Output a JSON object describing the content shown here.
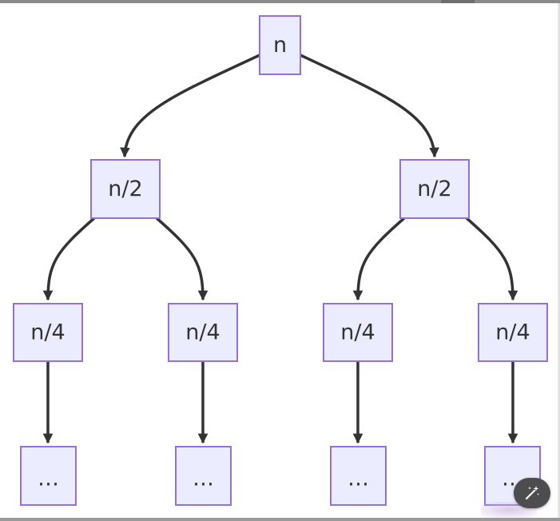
{
  "diagram": {
    "nodes": [
      {
        "id": "root",
        "label": "n"
      },
      {
        "id": "l1_left",
        "label": "n/2"
      },
      {
        "id": "l1_right",
        "label": "n/2"
      },
      {
        "id": "l2_a",
        "label": "n/4"
      },
      {
        "id": "l2_b",
        "label": "n/4"
      },
      {
        "id": "l2_c",
        "label": "n/4"
      },
      {
        "id": "l2_d",
        "label": "n/4"
      },
      {
        "id": "l3_a",
        "label": "…"
      },
      {
        "id": "l3_b",
        "label": "…"
      },
      {
        "id": "l3_c",
        "label": "…"
      },
      {
        "id": "l3_d",
        "label": "…"
      }
    ],
    "edges": [
      {
        "from": "root",
        "to": "l1_left"
      },
      {
        "from": "root",
        "to": "l1_right"
      },
      {
        "from": "l1_left",
        "to": "l2_a"
      },
      {
        "from": "l1_left",
        "to": "l2_b"
      },
      {
        "from": "l1_right",
        "to": "l2_c"
      },
      {
        "from": "l1_right",
        "to": "l2_d"
      },
      {
        "from": "l2_a",
        "to": "l3_a"
      },
      {
        "from": "l2_b",
        "to": "l3_b"
      },
      {
        "from": "l2_c",
        "to": "l3_c"
      },
      {
        "from": "l2_d",
        "to": "l3_d"
      }
    ],
    "colors": {
      "node_fill": "#ececff",
      "node_stroke": "#9370db",
      "edge": "#333333",
      "text": "#333333"
    }
  },
  "overlay": {
    "magic_button_icon": "magic-wand-icon"
  }
}
